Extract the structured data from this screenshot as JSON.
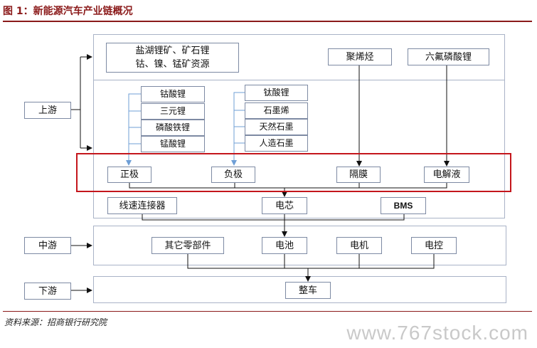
{
  "title": "图 1：新能源汽车产业链概况",
  "stages": {
    "upstream": "上游",
    "midstream": "中游",
    "downstream": "下游"
  },
  "resources": {
    "line1": "盐湖锂矿、矿石锂",
    "line2": "钴、镍、锰矿资源"
  },
  "separator_material": "聚烯烃",
  "electrolyte_material": "六氟磷酸锂",
  "cathode_materials": [
    "钴酸锂",
    "三元锂",
    "磷酸铁锂",
    "锰酸锂"
  ],
  "anode_materials": [
    "钛酸锂",
    "石墨烯",
    "天然石墨",
    "人造石墨"
  ],
  "cell_components": {
    "cathode": "正极",
    "anode": "负极",
    "separator": "隔膜",
    "electrolyte": "电解液"
  },
  "cell_level": {
    "connector": "线速连接器",
    "cell": "电芯",
    "bms": "BMS"
  },
  "midstream_items": {
    "other_parts": "其它零部件",
    "battery": "电池",
    "motor": "电机",
    "controller": "电控"
  },
  "downstream_item": "整车",
  "source": "资料来源：招商银行研究院",
  "watermark": "www.767stock.com",
  "colors": {
    "title": "#8b1a1a",
    "highlight": "#c4161c",
    "box_border": "#7d8aa3",
    "arrow": "#6f9fd6"
  }
}
